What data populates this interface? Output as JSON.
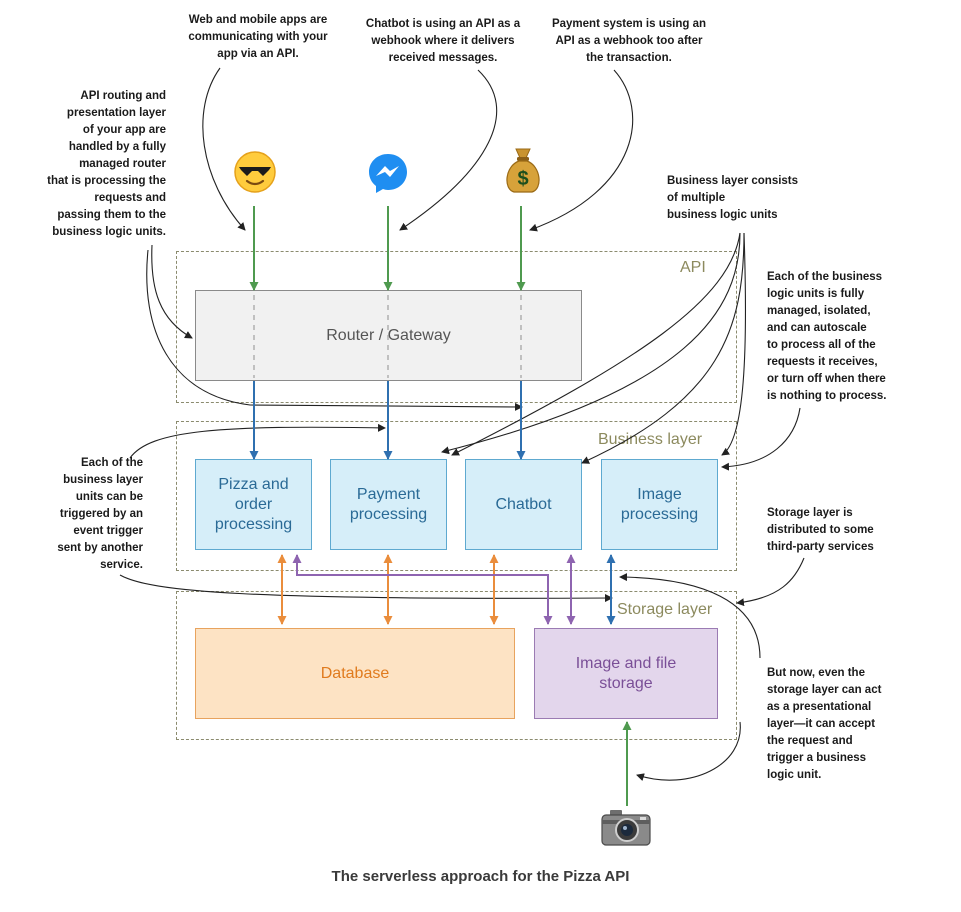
{
  "notes": {
    "web_apps": "Web and mobile apps are\ncommunicating with your\napp via an API.",
    "chatbot_webhook": "Chatbot is using an API as a\nwebhook where it delivers\nreceived messages.",
    "payment_webhook": "Payment system is using an\nAPI as a webhook too after\nthe transaction.",
    "api_routing": "API routing and\npresentation layer\nof your app are\nhandled by a fully\nmanaged router\nthat is processing the\nrequests and\npassing them to the\nbusiness logic units.",
    "business_layer": "Business layer consists\nof multiple\nbusiness logic units",
    "units_managed": "Each of the business\nlogic units is fully\nmanaged, isolated,\nand can autoscale\nto process all of the\nrequests it receives,\nor turn off when there\nis nothing to process.",
    "event_trigger": "Each of the\nbusiness layer\nunits can be\ntriggered by an\nevent trigger\nsent by another\nservice.",
    "storage_distributed": "Storage layer is\ndistributed to some\nthird-party services",
    "storage_presentational": "But now, even the\nstorage layer can act\nas a presentational\nlayer—it can accept\nthe request and\ntrigger a business\nlogic unit."
  },
  "layers": {
    "api": "API",
    "business": "Business layer",
    "storage": "Storage layer"
  },
  "boxes": {
    "router": "Router / Gateway",
    "pizza": "Pizza and\norder\nprocessing",
    "payment": "Payment\nprocessing",
    "chatbot": "Chatbot",
    "image": "Image\nprocessing",
    "database": "Database",
    "file_storage": "Image and file\nstorage"
  },
  "icons": {
    "sunglasses": "smiling-face-with-sunglasses",
    "messenger": "messenger-icon",
    "moneybag": "money-bag",
    "camera": "camera"
  },
  "colors": {
    "green": "#4f9a4f",
    "blue": "#2f70b0",
    "orange": "#ea8d3c",
    "purple": "#8e64b0"
  },
  "caption": "The serverless approach for the Pizza API"
}
